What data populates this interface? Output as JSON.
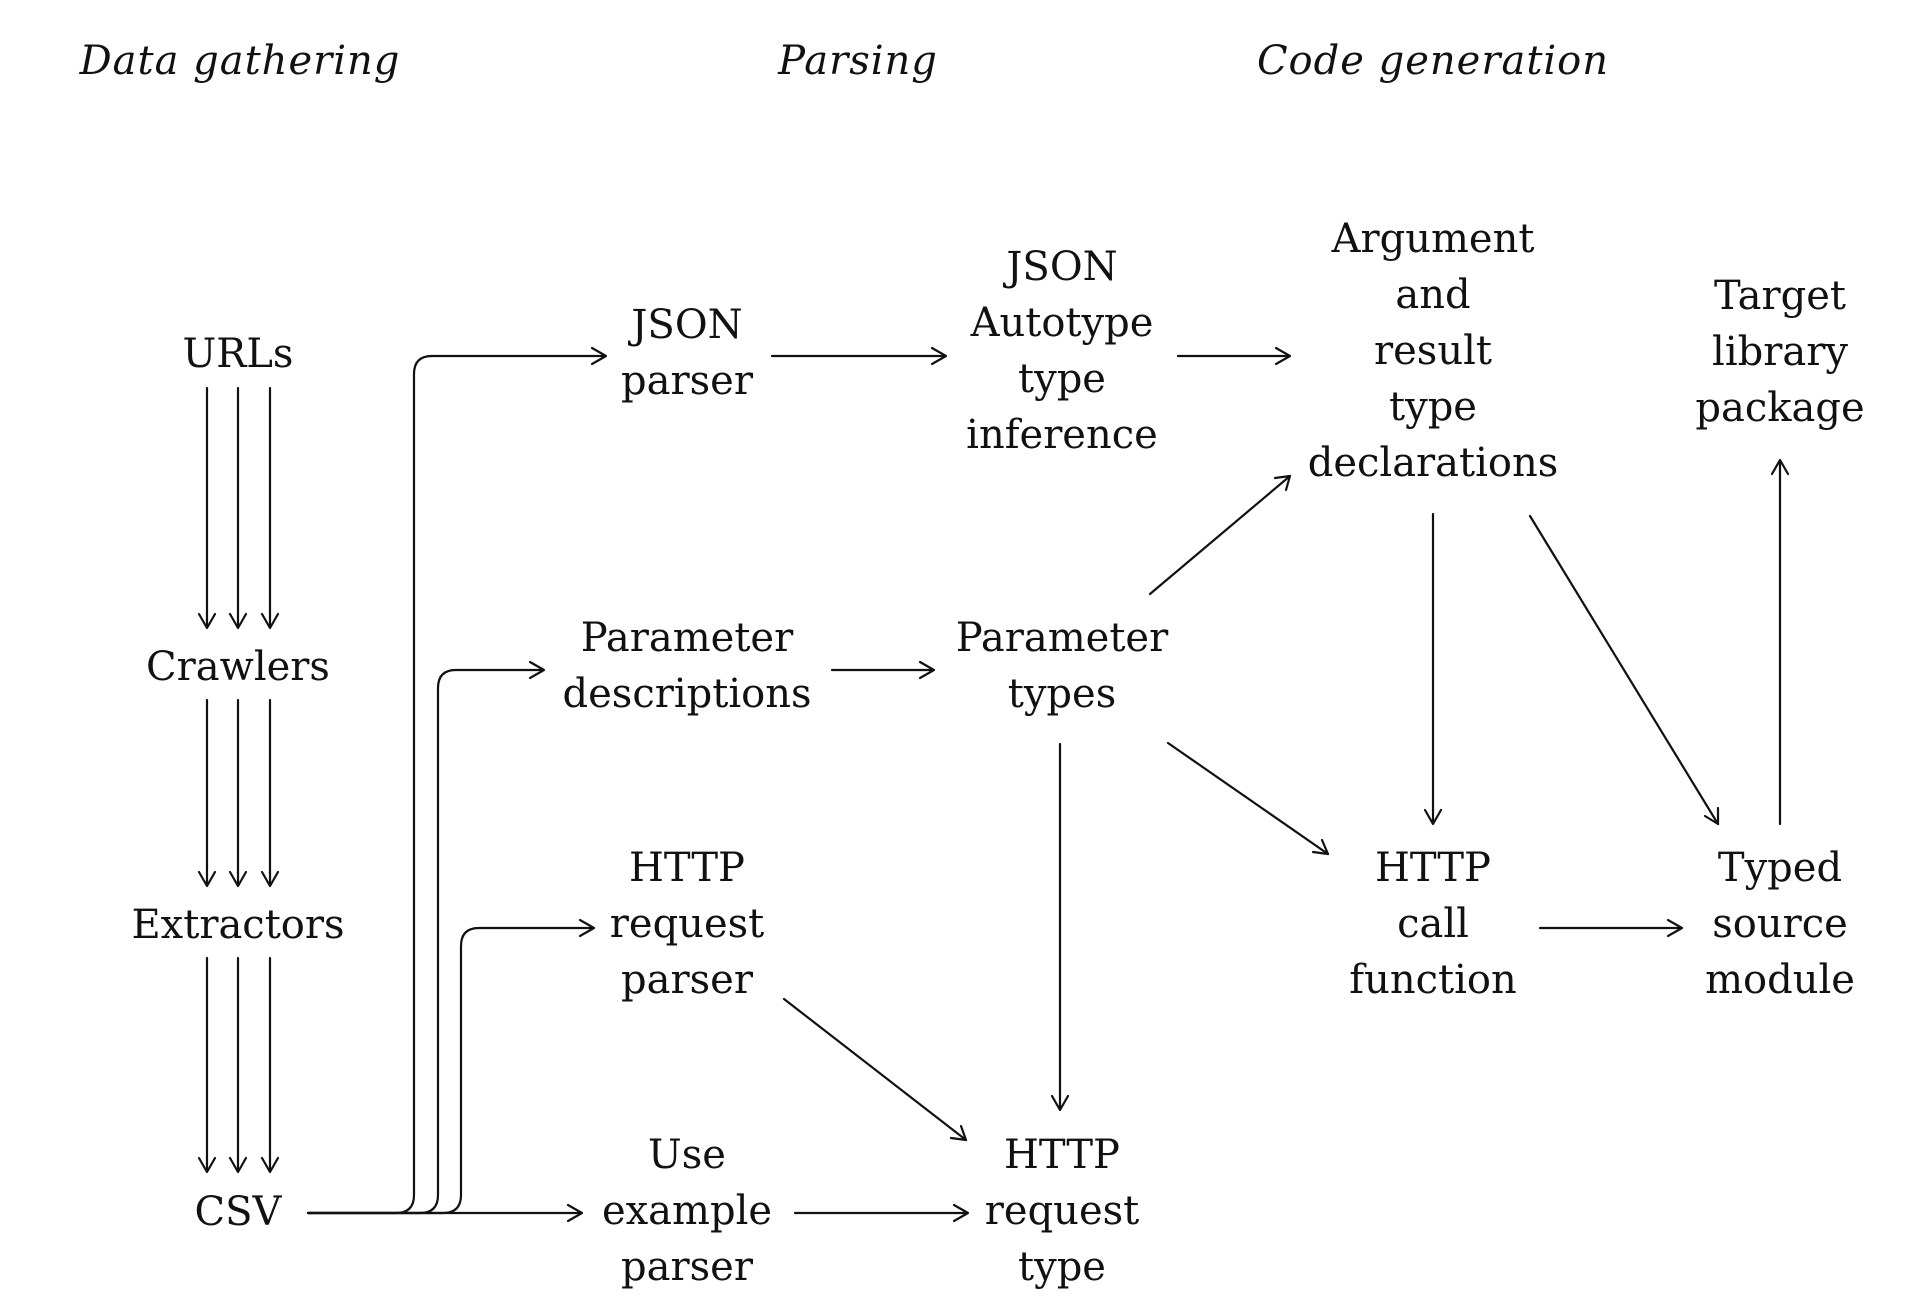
{
  "stages": {
    "data_gathering": "Data gathering",
    "parsing": "Parsing",
    "code_generation": "Code generation"
  },
  "nodes": {
    "urls": {
      "lines": [
        "URLs"
      ]
    },
    "crawlers": {
      "lines": [
        "Crawlers"
      ]
    },
    "extractors": {
      "lines": [
        "Extractors"
      ]
    },
    "csv": {
      "lines": [
        "CSV"
      ]
    },
    "json_parser": {
      "lines": [
        "JSON",
        "parser"
      ]
    },
    "parameter_descriptions": {
      "lines": [
        "Parameter",
        "descriptions"
      ]
    },
    "http_request_parser": {
      "lines": [
        "HTTP",
        "request",
        "parser"
      ]
    },
    "use_example_parser": {
      "lines": [
        "Use",
        "example",
        "parser"
      ]
    },
    "json_autotype": {
      "lines": [
        "JSON",
        "Autotype",
        "type",
        "inference"
      ]
    },
    "parameter_types": {
      "lines": [
        "Parameter",
        "types"
      ]
    },
    "http_request_type": {
      "lines": [
        "HTTP",
        "request",
        "type"
      ]
    },
    "arg_result_types": {
      "lines": [
        "Argument",
        "and",
        "result",
        "type",
        "declarations"
      ]
    },
    "http_call_function": {
      "lines": [
        "HTTP",
        "call",
        "function"
      ]
    },
    "target_library": {
      "lines": [
        "Target",
        "library",
        "package"
      ]
    },
    "typed_source_module": {
      "lines": [
        "Typed",
        "source",
        "module"
      ]
    }
  },
  "edges": [
    {
      "from": "urls",
      "to": "crawlers",
      "count": 3
    },
    {
      "from": "crawlers",
      "to": "extractors",
      "count": 3
    },
    {
      "from": "extractors",
      "to": "csv",
      "count": 3
    },
    {
      "from": "csv",
      "to": "json_parser"
    },
    {
      "from": "csv",
      "to": "parameter_descriptions"
    },
    {
      "from": "csv",
      "to": "http_request_parser"
    },
    {
      "from": "csv",
      "to": "use_example_parser"
    },
    {
      "from": "json_parser",
      "to": "json_autotype"
    },
    {
      "from": "parameter_descriptions",
      "to": "parameter_types"
    },
    {
      "from": "use_example_parser",
      "to": "http_request_type"
    },
    {
      "from": "http_request_parser",
      "to": "http_request_type"
    },
    {
      "from": "parameter_types",
      "to": "http_request_type"
    },
    {
      "from": "json_autotype",
      "to": "arg_result_types"
    },
    {
      "from": "parameter_types",
      "to": "arg_result_types"
    },
    {
      "from": "parameter_types",
      "to": "http_call_function"
    },
    {
      "from": "arg_result_types",
      "to": "http_call_function"
    },
    {
      "from": "arg_result_types",
      "to": "typed_source_module"
    },
    {
      "from": "http_call_function",
      "to": "typed_source_module"
    },
    {
      "from": "typed_source_module",
      "to": "target_library"
    }
  ]
}
